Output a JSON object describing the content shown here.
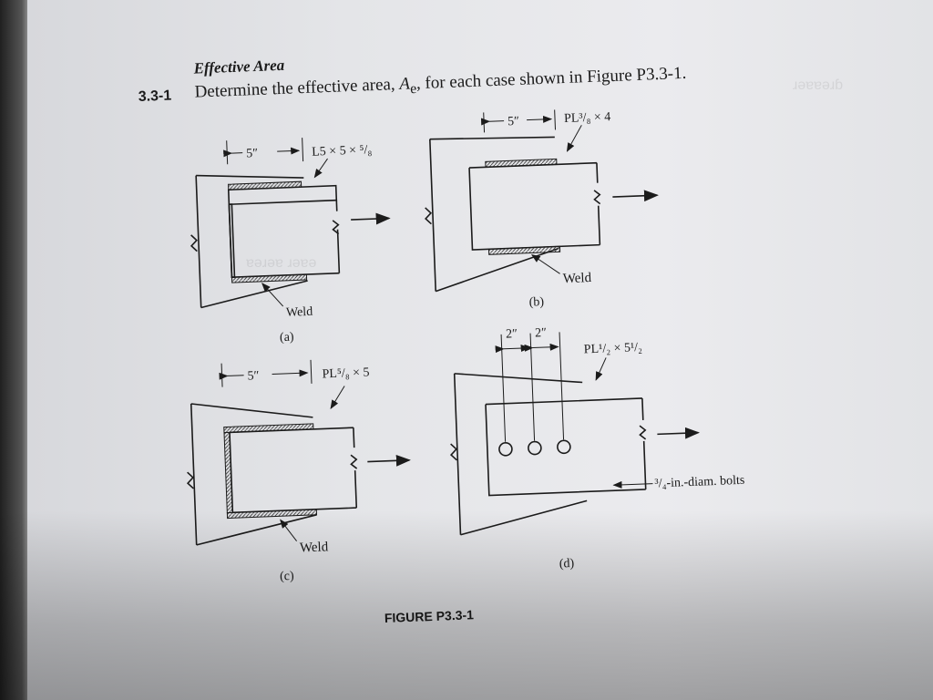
{
  "section_heading": "Effective Area",
  "problem": {
    "number": "3.3-1",
    "text_before": "Determine the effective area, ",
    "symbol": "A",
    "subscript": "e",
    "text_after": ", for each case shown in Figure P3.3-1."
  },
  "figure_caption": "FIGURE P3.3-1",
  "cases": {
    "a": {
      "label": "(a)",
      "dimension": "5″",
      "member": "L5 × 5 × ⁵/₈",
      "weld": "Weld"
    },
    "b": {
      "label": "(b)",
      "dimension": "5″",
      "member": "PL³/₈ × 4",
      "weld": "Weld"
    },
    "c": {
      "label": "(c)",
      "dimension": "5″",
      "member": "PL⁵/₈ × 5",
      "weld": "Weld"
    },
    "d": {
      "label": "(d)",
      "spacing_1": "2″",
      "spacing_2": "2″",
      "member": "PL¹/₂ × 5¹/₂",
      "bolts": "³/₄-in.-diam. bolts"
    }
  },
  "icons": {
    "arrow": "right-arrow-icon",
    "break": "break-line-icon",
    "hole": "bolt-hole-icon"
  }
}
